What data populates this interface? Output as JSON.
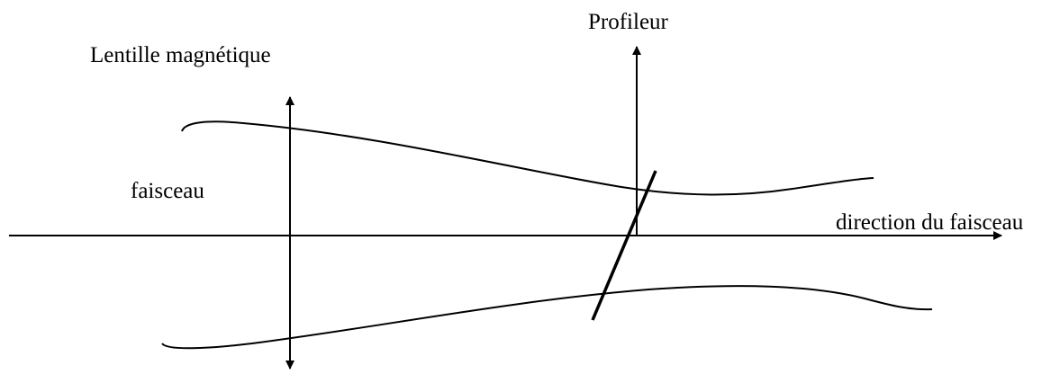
{
  "labels": {
    "profileur": "Profileur",
    "lentille": "Lentille magnétique",
    "faisceau": "faisceau",
    "direction": "direction du faisceau"
  },
  "colors": {
    "line": "#000000",
    "background": "#ffffff"
  }
}
